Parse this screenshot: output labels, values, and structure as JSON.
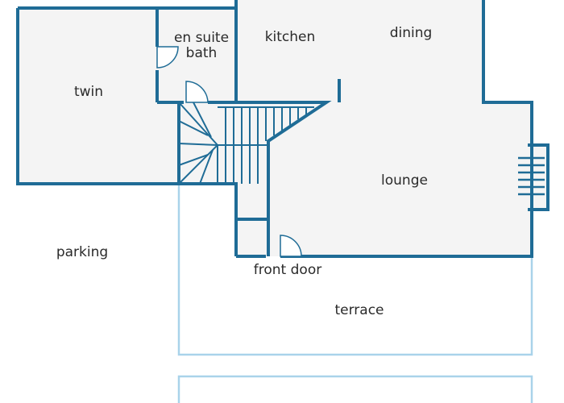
{
  "colors": {
    "wall": "#1f6c96",
    "outdoor_line": "#a9d3ea",
    "floor": "#f4f4f4",
    "background": "#ffffff",
    "text": "#2a2a2a"
  },
  "rooms": {
    "twin": "twin",
    "en_suite_line1": "en suite",
    "en_suite_line2": "bath",
    "kitchen": "kitchen",
    "dining": "dining",
    "lounge": "lounge",
    "parking": "parking",
    "front_door": "front door",
    "terrace": "terrace"
  }
}
